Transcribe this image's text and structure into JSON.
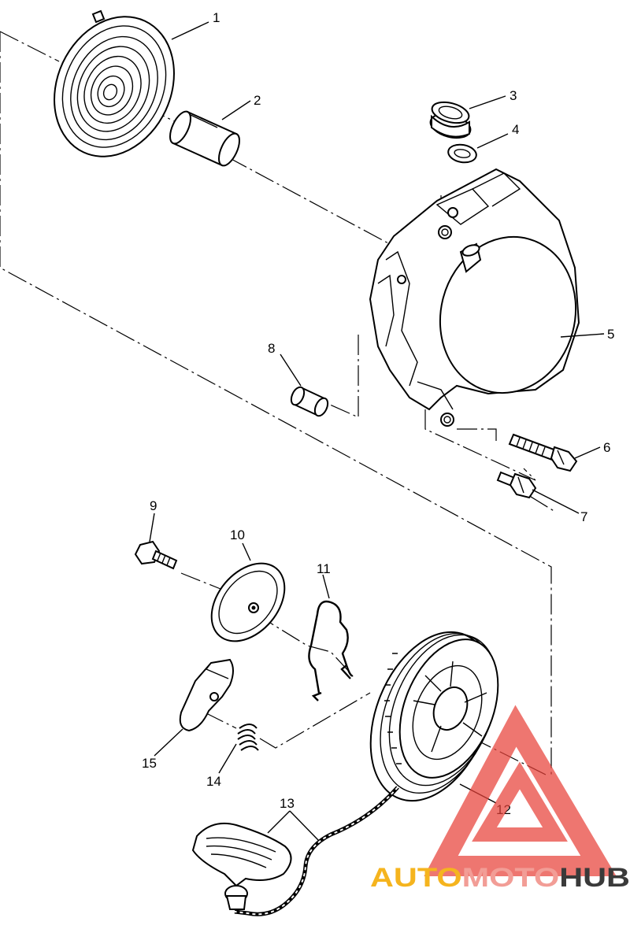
{
  "parts": [
    {
      "id": "part-1",
      "label": "1"
    },
    {
      "id": "part-2",
      "label": "2"
    },
    {
      "id": "part-3",
      "label": "3"
    },
    {
      "id": "part-4",
      "label": "4"
    },
    {
      "id": "part-5",
      "label": "5"
    },
    {
      "id": "part-6",
      "label": "6"
    },
    {
      "id": "part-7",
      "label": "7"
    },
    {
      "id": "part-8",
      "label": "8"
    },
    {
      "id": "part-9",
      "label": "9"
    },
    {
      "id": "part-10",
      "label": "10"
    },
    {
      "id": "part-11",
      "label": "11"
    },
    {
      "id": "part-12",
      "label": "12"
    },
    {
      "id": "part-13",
      "label": "13"
    },
    {
      "id": "part-14",
      "label": "14"
    },
    {
      "id": "part-15",
      "label": "15"
    }
  ],
  "watermark": {
    "text_auto": "AUTO",
    "text_moto": "MOTO",
    "text_hub": "HUB",
    "color_triangle": "#e8423a",
    "color_auto": "#f5b41e",
    "color_moto": "#f29d96",
    "color_hub": "#3a3a3a"
  }
}
